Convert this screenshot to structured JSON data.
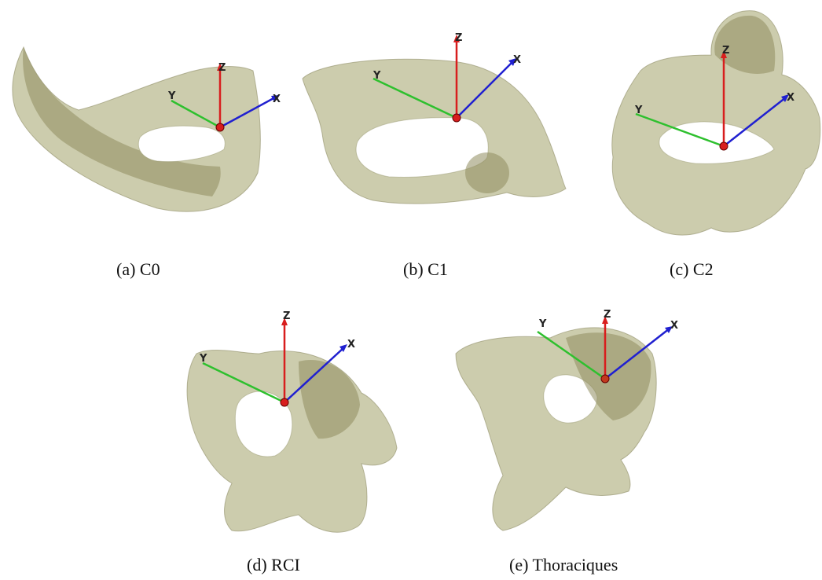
{
  "axes_labels": {
    "x": "X",
    "y": "Y",
    "z": "Z"
  },
  "axis_colors": {
    "x": "#2020d0",
    "y": "#2ec02e",
    "z": "#d81e1e",
    "origin": "#d81e1e"
  },
  "bone_color": "#b9b88e",
  "panels": [
    {
      "id": "c0",
      "caption": "(a)  C0"
    },
    {
      "id": "c1",
      "caption": "(b)  C1"
    },
    {
      "id": "c2",
      "caption": "(c)  C2"
    },
    {
      "id": "rci",
      "caption": "(d)  RCI"
    },
    {
      "id": "thor",
      "caption": "(e)  Thoraciques"
    }
  ]
}
